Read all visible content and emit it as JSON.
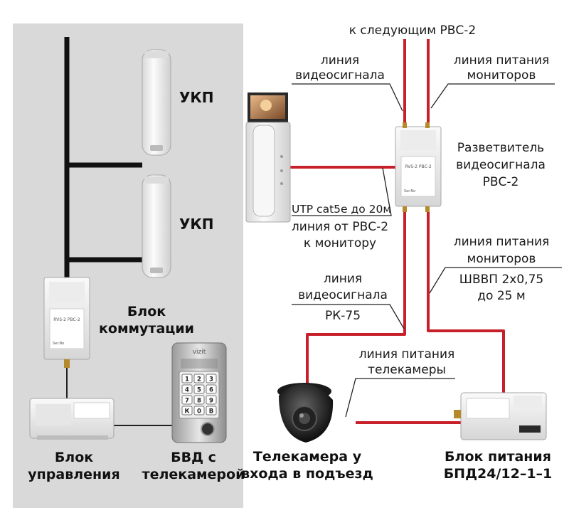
{
  "labels": {
    "to_next": "к следующим РВС-2",
    "video_line_top_1": "линия",
    "video_line_top_2": "видеосигнала",
    "power_line_top_1": "линия питания",
    "power_line_top_2": "мониторов",
    "ukp_1": "УКП",
    "ukp_2": "УКП",
    "splitter_1": "Разветвитель",
    "splitter_2": "видеосигнала",
    "splitter_3": "РВС-2",
    "utp_1": "UTP cat5e до 20м",
    "utp_2": "линия от РВС-2",
    "utp_3": "к монитору",
    "power_mid_1": "линия питания",
    "power_mid_2": "мониторов",
    "power_mid_3": "ШВВП 2х0,75",
    "power_mid_4": "до 25 м",
    "video_mid_1": "линия",
    "video_mid_2": "видеосигнала",
    "video_mid_3": "РК-75",
    "block_comm_1": "Блок",
    "block_comm_2": "коммутации",
    "cam_power_1": "линия питания",
    "cam_power_2": "телекамеры",
    "control_1": "Блок",
    "control_2": "управления",
    "bvd_1": "БВД с",
    "bvd_2": "телекамерой",
    "camera_1": "Телекамера у",
    "camera_2": "входа в подъезд",
    "psu_1": "Блок питания",
    "psu_2": "БПД24/12–1–1"
  },
  "device_text": {
    "logo": "vizit",
    "module_model": "RVS-2   PBC-2",
    "ser_no": "Ser.No",
    "keypad_keys": [
      "1",
      "2",
      "3",
      "4",
      "5",
      "6",
      "7",
      "8",
      "9",
      "К",
      "0",
      "В"
    ]
  },
  "colors": {
    "panel_gray": "#d9d9d9",
    "bus_black": "#111111",
    "line_red": "#c8202a",
    "device_white": "#f4f4f4"
  }
}
